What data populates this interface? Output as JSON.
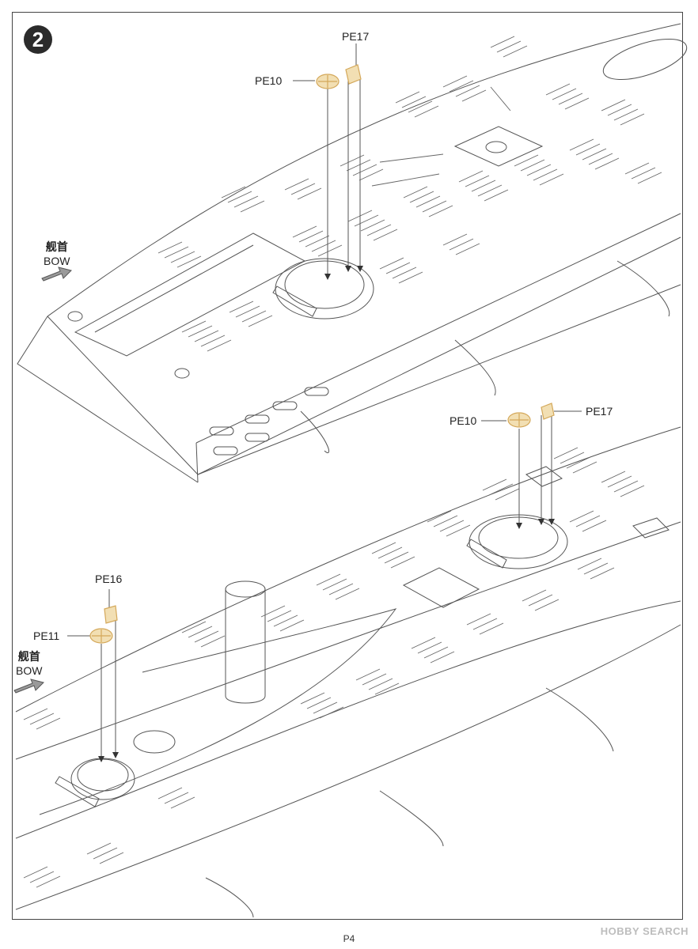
{
  "step": {
    "number": "2"
  },
  "parts": {
    "pe10": "PE10",
    "pe17": "PE17",
    "pe16": "PE16",
    "pe11": "PE11"
  },
  "bow": {
    "chinese": "舰首",
    "english": "BOW"
  },
  "page": {
    "number": "P4"
  },
  "watermark": {
    "text": "HOBBY SEARCH"
  },
  "colors": {
    "pe_part": "#e8c98a",
    "line": "#555555"
  }
}
